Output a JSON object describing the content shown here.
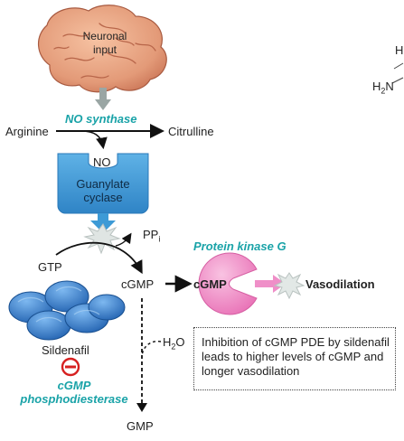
{
  "brain": {
    "label_line1": "Neuronal",
    "label_line2": "input"
  },
  "reaction1": {
    "substrate": "Arginine",
    "enzyme": "NO synthase",
    "product": "Citrulline",
    "byproduct": "NO"
  },
  "guanylate": {
    "line1": "Guanylate",
    "line2": "cyclase"
  },
  "reaction2": {
    "substrate": "GTP",
    "side_product": "PP",
    "side_product_sub": "i",
    "product": "cGMP"
  },
  "pkg": {
    "name": "Protein kinase G",
    "bound": "cGMP",
    "effect": "Vasodilation"
  },
  "drug": {
    "name": "Sildenafil"
  },
  "pde": {
    "line1": "cGMP",
    "line2": "phosphodiesterase",
    "water": "H",
    "water_sub": "2",
    "water_end": "O",
    "product": "GMP"
  },
  "note": {
    "text": "Inhibition of cGMP PDE by sildenafil leads to higher levels of cGMP and longer vasodilation"
  },
  "right_edge": {
    "label1": "H",
    "label2": "H",
    "label2_sub": "2",
    "label2_end": "N"
  },
  "colors": {
    "teal": "#1aa3a8",
    "cyclase_blue": "#3d9ad6",
    "pkg_pink": "#ef8fc8",
    "pill_blue": "#2b78c8",
    "inhibit_red": "#d62020"
  }
}
